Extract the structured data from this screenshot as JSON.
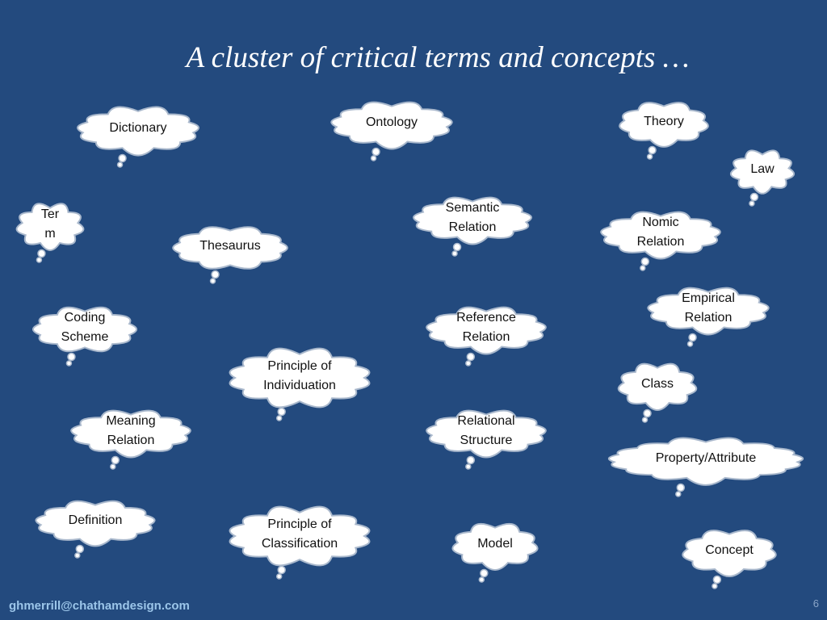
{
  "slide": {
    "title": "A cluster of critical terms and concepts …",
    "footer_email": "ghmerrill@chathamdesign.com",
    "page_number": "6"
  },
  "colors": {
    "background": "#234a7e",
    "cloud_fill": "#ffffff",
    "cloud_outline": "#a9b8cc",
    "footer_text": "#9cc6ea"
  },
  "terms": [
    {
      "id": "dictionary",
      "label": "Dictionary"
    },
    {
      "id": "ontology",
      "label": "Ontology"
    },
    {
      "id": "theory",
      "label": "Theory"
    },
    {
      "id": "law",
      "label": "Law"
    },
    {
      "id": "term",
      "label": "Ter\nm"
    },
    {
      "id": "thesaurus",
      "label": "Thesaurus"
    },
    {
      "id": "semantic-relation",
      "label": "Semantic\nRelation"
    },
    {
      "id": "nomic-relation",
      "label": "Nomic\nRelation"
    },
    {
      "id": "empirical-relation",
      "label": "Empirical\nRelation"
    },
    {
      "id": "coding-scheme",
      "label": "Coding\nScheme"
    },
    {
      "id": "reference-relation",
      "label": "Reference\nRelation"
    },
    {
      "id": "principle-of-individuation",
      "label": "Principle of\nIndividuation"
    },
    {
      "id": "class",
      "label": "Class"
    },
    {
      "id": "meaning-relation",
      "label": "Meaning\nRelation"
    },
    {
      "id": "relational-structure",
      "label": "Relational\nStructure"
    },
    {
      "id": "property-attribute",
      "label": "Property/Attribute"
    },
    {
      "id": "definition",
      "label": "Definition"
    },
    {
      "id": "principle-of-classification",
      "label": "Principle of\nClassification"
    },
    {
      "id": "model",
      "label": "Model"
    },
    {
      "id": "concept",
      "label": "Concept"
    }
  ]
}
